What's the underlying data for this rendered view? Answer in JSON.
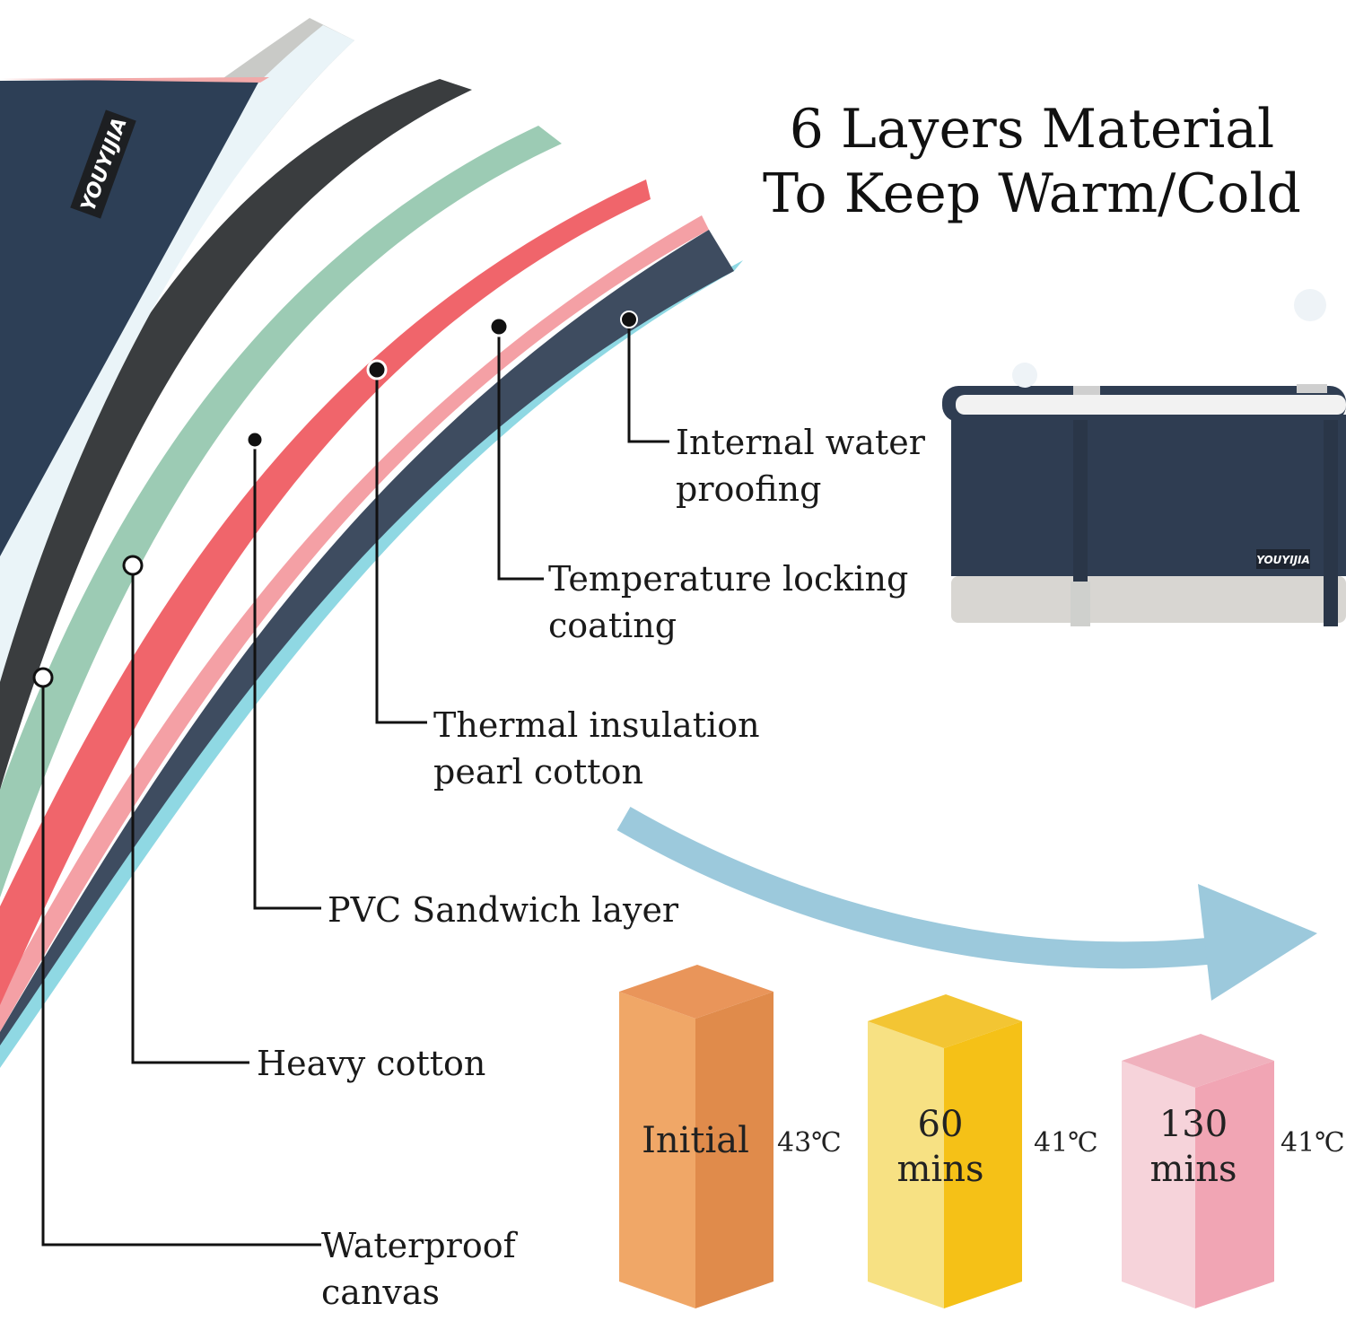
{
  "title": {
    "line1": "6 Layers Material",
    "line2": "To Keep Warm/Cold"
  },
  "layers": [
    {
      "name": "waterproof_canvas",
      "line1": "Waterproof",
      "line2": "canvas",
      "color": "#2d3f56"
    },
    {
      "name": "heavy_cotton",
      "line1": "Heavy cotton",
      "line2": "",
      "color": "#3a3d3f"
    },
    {
      "name": "pvc_sandwich",
      "line1": "PVC Sandwich layer",
      "line2": "",
      "color": "#9ccbb4"
    },
    {
      "name": "thermal_insulation",
      "line1": "Thermal insulation",
      "line2": "pearl cotton",
      "color": "#f0656b"
    },
    {
      "name": "temperature_locking",
      "line1": "Temperature locking",
      "line2": "coating",
      "color": "#f4a0a5"
    },
    {
      "name": "internal_waterproofing",
      "line1": "Internal water",
      "line2": "proofing",
      "color": "#8fd8e3"
    }
  ],
  "brand": "YOUYIJIA",
  "bars": [
    {
      "line1": "Initial",
      "line2": "",
      "temp": "43℃",
      "front": "#f0a767",
      "side": "#e08b4b",
      "top": "#e9955a"
    },
    {
      "line1": "60",
      "line2": "mins",
      "temp": "41℃",
      "front": "#f7e183",
      "side": "#f5c117",
      "top": "#f3c533"
    },
    {
      "line1": "130",
      "line2": "mins",
      "temp": "41℃",
      "front": "#f6d3da",
      "side": "#f1a5b4",
      "top": "#f0b1bd"
    }
  ],
  "colors": {
    "arrow": "#9cc9dc",
    "tub_body": "#2f3d52",
    "tub_base": "#d8d6d2"
  }
}
